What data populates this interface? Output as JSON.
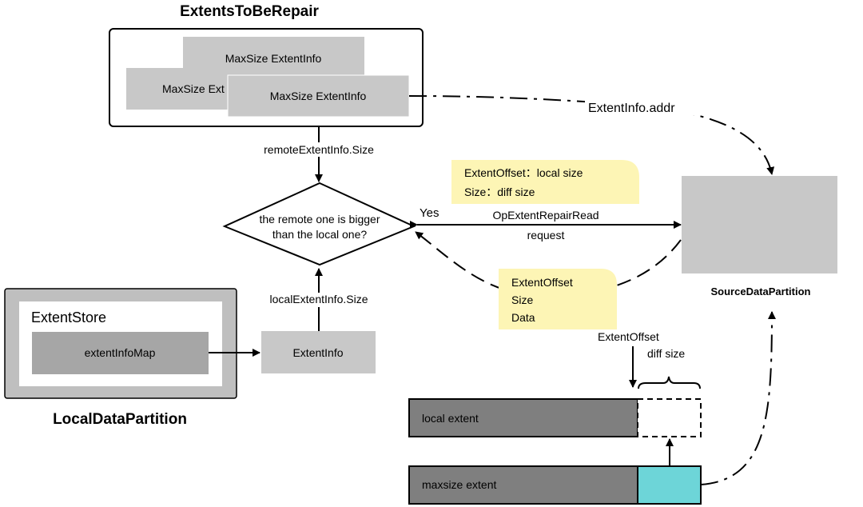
{
  "extents_repair": {
    "title": "ExtentsToBeRepair",
    "cards": [
      "MaxSize ExtentInfo",
      "MaxSize Ext",
      "MaxSize ExtentInfo"
    ]
  },
  "labels": {
    "remote_size": "remoteExtentInfo.Size",
    "local_size": "localExtentInfo.Size",
    "extentinfo_addr": "ExtentInfo.addr",
    "yes": "Yes",
    "request_line1": "OpExtentRepairRead",
    "request_line2": "request",
    "extent_offset": "ExtentOffset",
    "diff_size": "diff size"
  },
  "decision": {
    "line1": "the remote one is bigger",
    "line2": "than the local one?"
  },
  "notes": {
    "request": [
      "ExtentOffset：local size",
      "Size：diff size"
    ],
    "response": [
      "ExtentOffset",
      "Size",
      "Data"
    ]
  },
  "source_partition": {
    "title": "SourceDataPartition"
  },
  "local_partition": {
    "title": "LocalDataPartition",
    "store_title": "ExtentStore",
    "map_label": "extentInfoMap",
    "extentinfo_label": "ExtentInfo"
  },
  "extents": {
    "local": "local extent",
    "maxsize": "maxsize extent"
  },
  "colors": {
    "box_gray": "#c8c8c8",
    "dark_gray": "#7f7f7f",
    "note_yellow": "#fdf5b5",
    "cyan": "#6dd5d8",
    "outer_gray": "#bfbfbf"
  }
}
